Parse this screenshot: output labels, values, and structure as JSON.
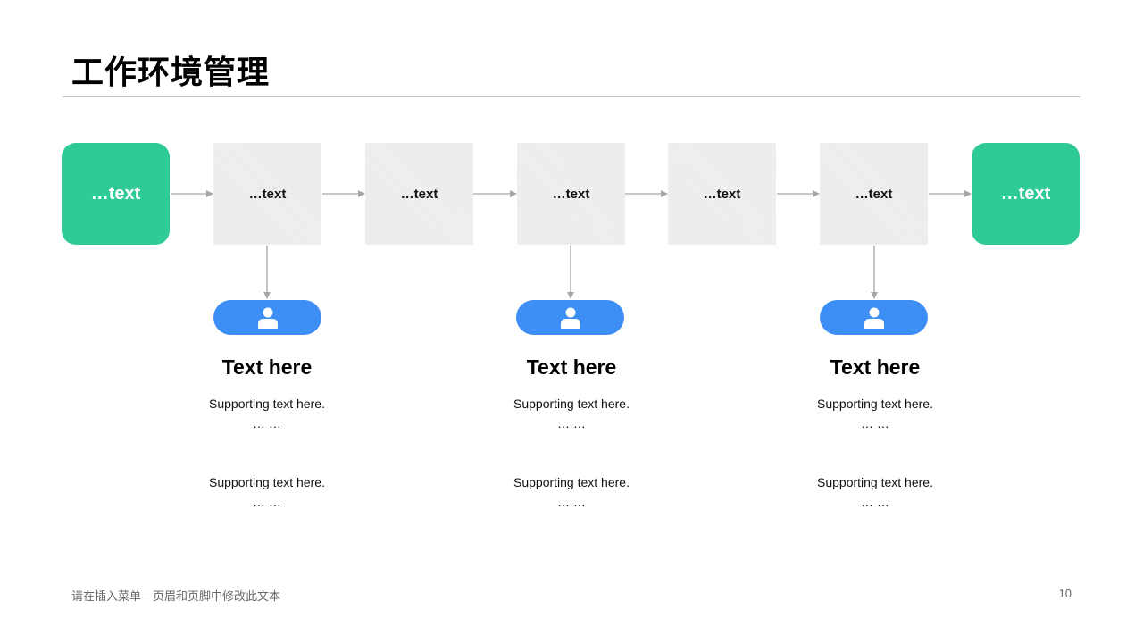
{
  "title": "工作环境管理",
  "flow": {
    "start_label": "…text",
    "steps": [
      "…text",
      "…text",
      "…text",
      "…text",
      "…text"
    ],
    "end_label": "…text"
  },
  "columns": [
    {
      "icon": "user-icon",
      "heading": "Text here",
      "support_1": "Supporting text here.",
      "ellipsis_1": "… …",
      "support_2": "Supporting text here.",
      "ellipsis_2": "… …"
    },
    {
      "icon": "user-icon",
      "heading": "Text here",
      "support_1": "Supporting text here.",
      "ellipsis_1": "… …",
      "support_2": "Supporting text here.",
      "ellipsis_2": "… …"
    },
    {
      "icon": "user-icon",
      "heading": "Text here",
      "support_1": "Supporting text here.",
      "ellipsis_1": "… …",
      "support_2": "Supporting text here.",
      "ellipsis_2": "… …"
    }
  ],
  "footer": "请在插入菜单—页眉和页脚中修改此文本",
  "page_number": "10",
  "colors": {
    "accent_green": "#2ecc94",
    "accent_blue": "#3d8ff5",
    "step_gray": "#efefef",
    "connector": "#a6a6a6"
  }
}
